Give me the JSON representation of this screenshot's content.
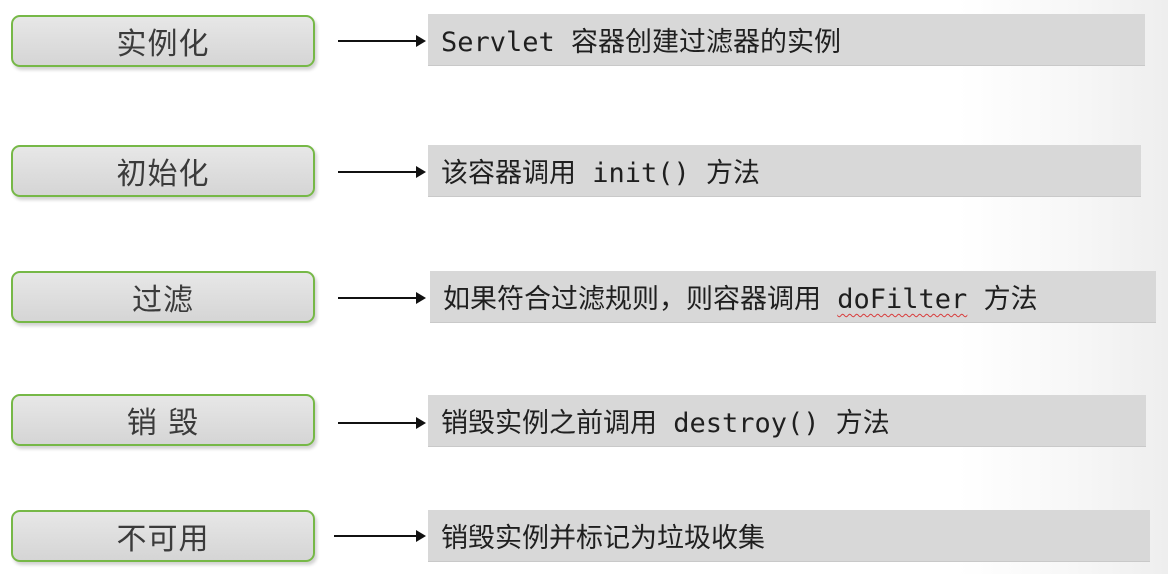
{
  "stages": [
    {
      "label": "实例化",
      "description": "Servlet 容器创建过滤器的实例"
    },
    {
      "label": "初始化",
      "description": "该容器调用 init() 方法"
    },
    {
      "label": "过滤",
      "description_before": "如果符合过滤规则，则容器调用 ",
      "description_flagged": "doFilter",
      "description_after": " 方法"
    },
    {
      "label": "销 毁",
      "description": "销毁实例之前调用 destroy() 方法"
    },
    {
      "label": "不可用",
      "description": "销毁实例并标记为垃圾收集"
    }
  ],
  "colors": {
    "stage_border": "#76b847",
    "stage_fill": "#dcdcdc",
    "description_fill": "#d8d8d8",
    "arrow": "#111111",
    "spellcheck_underline": "#d83b3b"
  }
}
